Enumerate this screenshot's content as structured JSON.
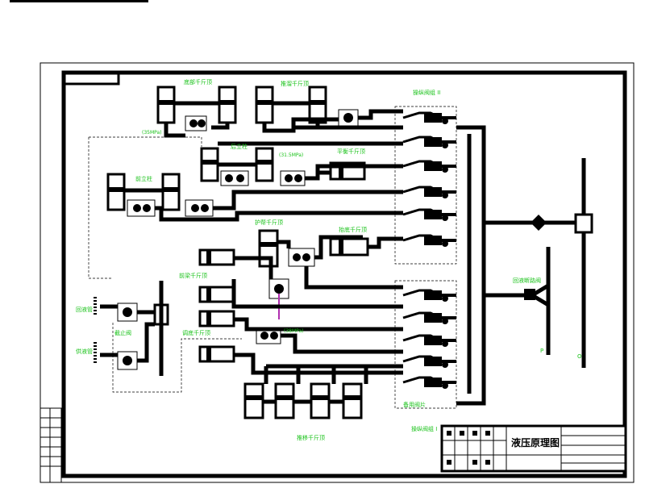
{
  "title_block": {
    "drawing_title": "液压原理图"
  },
  "labels": {
    "cyl_top_left": "底部千斤顶",
    "cyl_top_mid": "推溜千斤顶",
    "valve_group_top": "操纵阀组 II",
    "pressure_note_1": "(35MPa)",
    "rear_column": "后立柱",
    "pressure_note_2": "(31.5MPa)",
    "balance_jack": "平衡千斤顶",
    "front_column": "前立柱",
    "side_jack": "护帮千斤顶",
    "side_jack_2": "调底千斤顶",
    "lift_jack": "抬底千斤顶",
    "front_beam_jack": "前梁千斤顶",
    "stop_valve": "截止阀",
    "return_line": "回液管",
    "supply_line": "供液管",
    "pressure_note_3": "(38MPa)",
    "backup_valve": "备用阀片",
    "valve_group_bottom": "操纵阀组 I",
    "main_ring": "回液断路阀",
    "push_jack_bottom": "推移千斤顶",
    "p_mark": "P",
    "o_mark": "O"
  }
}
